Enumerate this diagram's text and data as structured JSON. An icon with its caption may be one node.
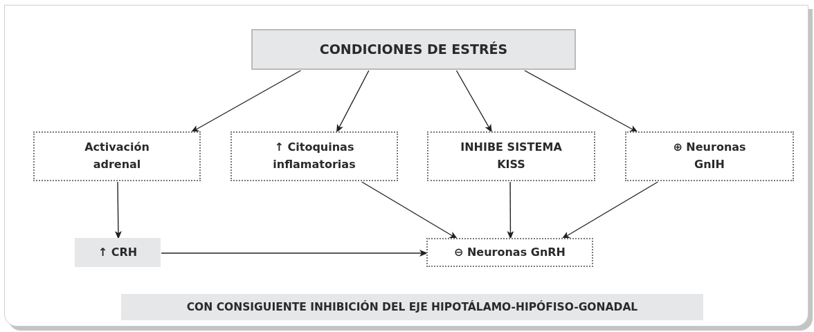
{
  "diagram": {
    "nodes": [
      {
        "text": [
          "CONDICIONES DE ESTRÉS"
        ]
      },
      {
        "text": [
          "Activación adrenal"
        ]
      },
      {
        "text": [
          "↑ Citoquinas inflamatorias"
        ]
      },
      {
        "text": [
          "INHIBE SISTEMA KISS"
        ]
      },
      {
        "text": [
          "⊕ Neuronas GnIH"
        ]
      },
      {
        "text": [
          "↑ CRH"
        ]
      },
      {
        "text": [
          "⊖ Neuronas GnRH"
        ]
      },
      {
        "text": [
          "CON CONSIGUIENTE INHIBICIÓN DEL EJE HIPOTÁLAMO-HIPÓFISO-GONADAL"
        ]
      }
    ],
    "edges": [
      {
        "from": 0,
        "to": 1,
        "arrow": "to"
      },
      {
        "from": 0,
        "to": 2,
        "arrow": "to"
      },
      {
        "from": 0,
        "to": 3,
        "arrow": "to"
      },
      {
        "from": 0,
        "to": 4,
        "arrow": "to"
      },
      {
        "from": 1,
        "to": 5,
        "arrow": "to"
      },
      {
        "from": 2,
        "to": 6,
        "arrow": "to"
      },
      {
        "from": 3,
        "to": 6,
        "arrow": "to"
      },
      {
        "from": 4,
        "to": 6,
        "arrow": "to"
      },
      {
        "from": 5,
        "to": 6,
        "arrow": "to"
      }
    ]
  }
}
